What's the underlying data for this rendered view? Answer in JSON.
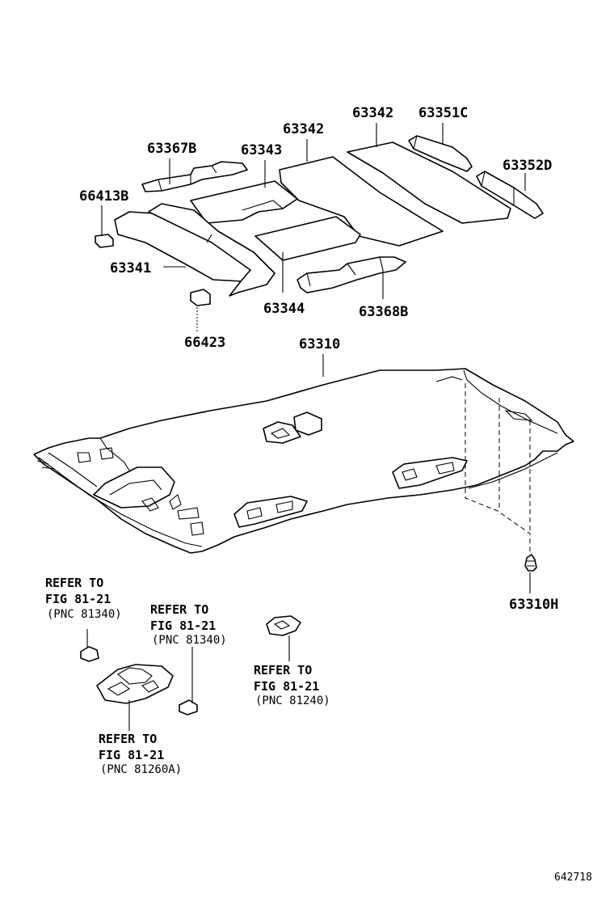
{
  "parts": {
    "p63367B": "63367B",
    "p63343": "63343",
    "p63342a": "63342",
    "p63342b": "63342",
    "p63351C": "63351C",
    "p63352D": "63352D",
    "p66413B": "66413B",
    "p63341": "63341",
    "p63344": "63344",
    "p63368B": "63368B",
    "p66423": "66423",
    "p63310": "63310",
    "p63310H": "63310H"
  },
  "refs": {
    "r1": {
      "l1": "REFER TO",
      "l2": "FIG 81-21",
      "l3": "(PNC 81340)"
    },
    "r2": {
      "l1": "REFER TO",
      "l2": "FIG 81-21",
      "l3": "(PNC 81340)"
    },
    "r3": {
      "l1": "REFER TO",
      "l2": "FIG 81-21",
      "l3": "(PNC 81240)"
    },
    "r4": {
      "l1": "REFER TO",
      "l2": "FIG 81-21",
      "l3": "(PNC 81260A)"
    }
  },
  "diagram_id": "642718"
}
